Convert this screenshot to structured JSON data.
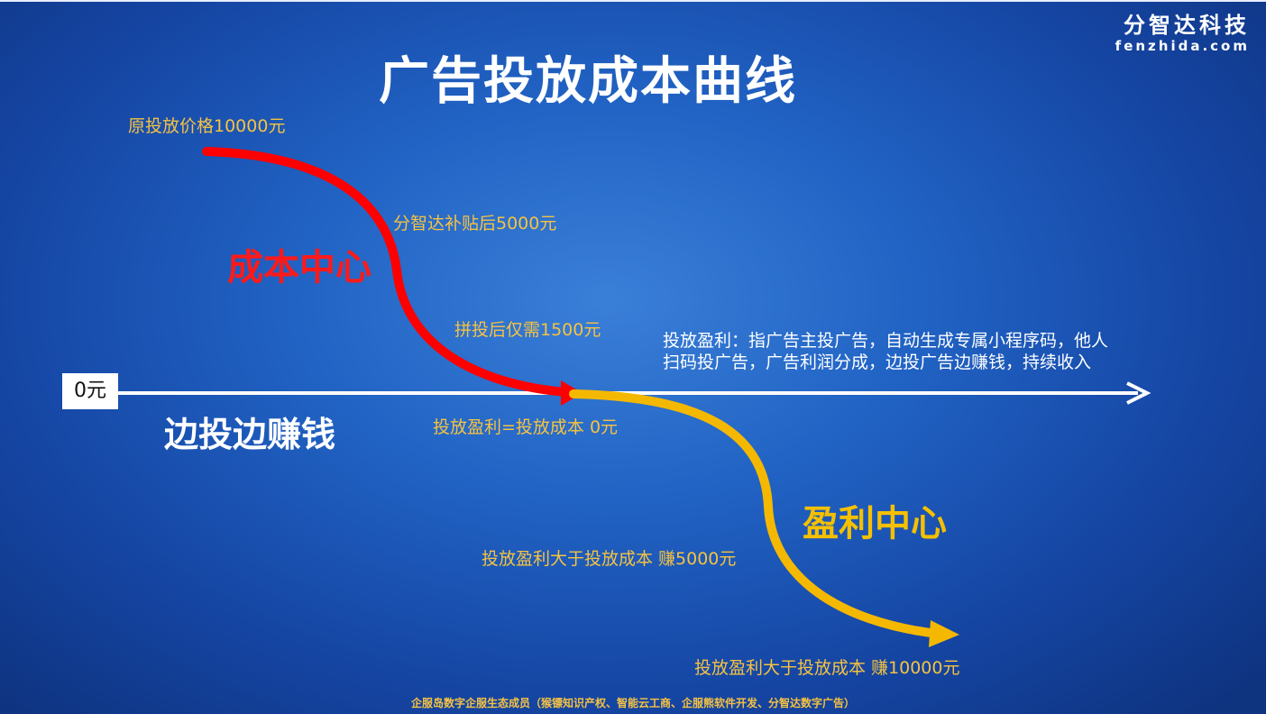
{
  "brand": {
    "name": "分智达科技",
    "domain": "fenzhida.com"
  },
  "title": "广告投放成本曲线",
  "labels": {
    "original_price": "原投放价格10000元",
    "subsidy": "分智达补贴后5000元",
    "group_buy": "拼投后仅需1500元",
    "breakeven": "投放盈利=投放成本 0元",
    "earn_5000": "投放盈利大于投放成本 赚5000元",
    "earn_10000": "投放盈利大于投放成本 赚10000元"
  },
  "zones": {
    "cost_center": "成本中心",
    "profit_center": "盈利中心",
    "earn_while_spend": "边投边赚钱"
  },
  "axis": {
    "zero_label": "0元"
  },
  "note": {
    "line1": "投放盈利：指广告主投广告，自动生成专属小程序码，他人",
    "line2": "扫码投广告，广告利润分成，边投广告边赚钱，持续收入"
  },
  "footer": "企服岛数字企服生态成员（猴镖知识产权、智能云工商、企服熊软件开发、分智达数字广告）",
  "colors": {
    "cost_curve": "#ff0000",
    "profit_curve": "#f5b800",
    "axis": "#ffffff",
    "label": "#f5c242"
  }
}
